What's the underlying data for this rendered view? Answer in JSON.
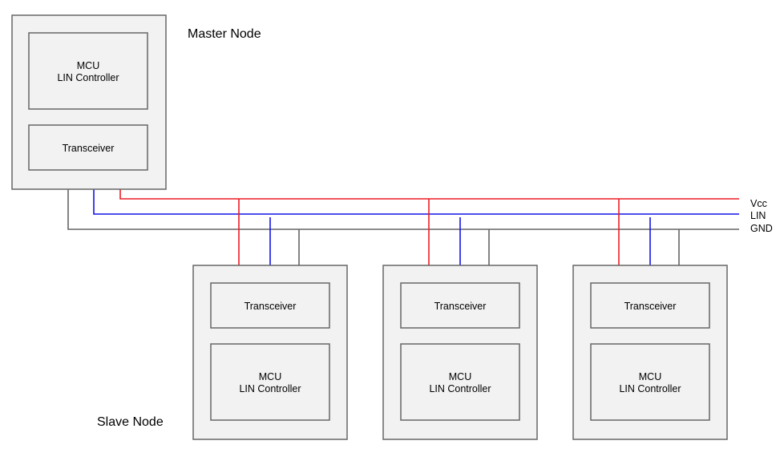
{
  "master": {
    "label": "Master Node",
    "mcu": {
      "line1": "MCU",
      "line2": "LIN Controller"
    },
    "transceiver": "Transceiver"
  },
  "slave_label": "Slave Node",
  "slaves": [
    {
      "transceiver": "Transceiver",
      "mcu": {
        "line1": "MCU",
        "line2": "LIN Controller"
      }
    },
    {
      "transceiver": "Transceiver",
      "mcu": {
        "line1": "MCU",
        "line2": "LIN Controller"
      }
    },
    {
      "transceiver": "Transceiver",
      "mcu": {
        "line1": "MCU",
        "line2": "LIN Controller"
      }
    }
  ],
  "bus": {
    "vcc": {
      "label": "Vcc",
      "color": "#ee1c25"
    },
    "lin": {
      "label": "LIN",
      "color": "#1414e6"
    },
    "gnd": {
      "label": "GND",
      "color": "#666666"
    }
  }
}
